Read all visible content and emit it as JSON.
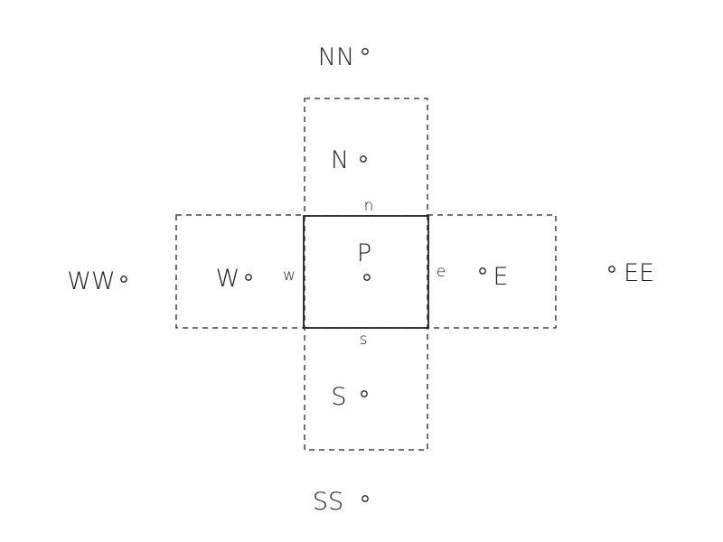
{
  "central_cell": {
    "node_label": "P",
    "faces": {
      "north": "n",
      "south": "s",
      "west": "w",
      "east": "e"
    }
  },
  "neighbor_nodes": {
    "north": "N",
    "south": "S",
    "west": "W",
    "east": "E",
    "far_north": "NN",
    "far_south": "SS",
    "far_west": "WW",
    "far_east": "EE"
  }
}
